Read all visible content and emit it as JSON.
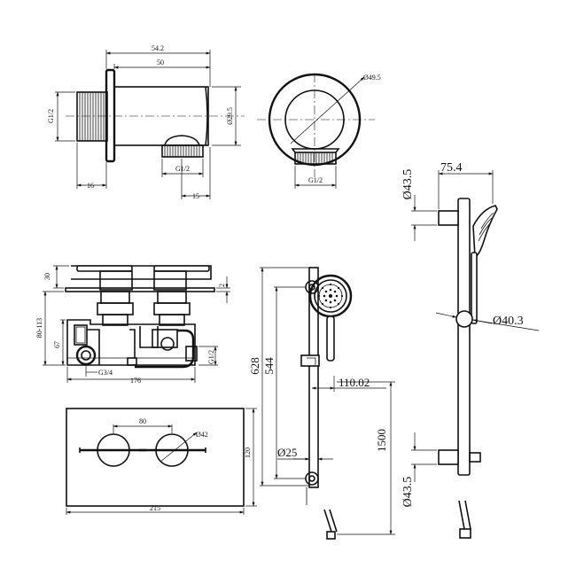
{
  "elbow": {
    "overall_length": "54.2",
    "body_length": "50",
    "left_thread": "G1/2",
    "flange_depth": "16",
    "bottom_thread": "G1/2",
    "outlet_offset": "15",
    "body_dia": "Ø29.5"
  },
  "elbow_front": {
    "flange_dia": "Ø49.5",
    "thread": "G1/2"
  },
  "valve": {
    "top_height": "30",
    "plate_thk": "2",
    "depth_range": "80-113",
    "body_height": "67",
    "inlet_thread": "G3/4",
    "width": "176",
    "outlet_thread": "G1/2"
  },
  "plate": {
    "spacing": "80",
    "handle_dia": "Ø42",
    "height": "120",
    "width": "215"
  },
  "rail": {
    "total_height": "628",
    "rail_length": "544",
    "bracket_depth": "110.02",
    "hose_length": "1500",
    "rail_dia": "Ø25"
  },
  "rail_side": {
    "head_projection": "75.4",
    "bracket_top_dia": "Ø43.5",
    "slider_dia": "Ø40.3",
    "bracket_bottom_dia": "Ø43.5"
  }
}
